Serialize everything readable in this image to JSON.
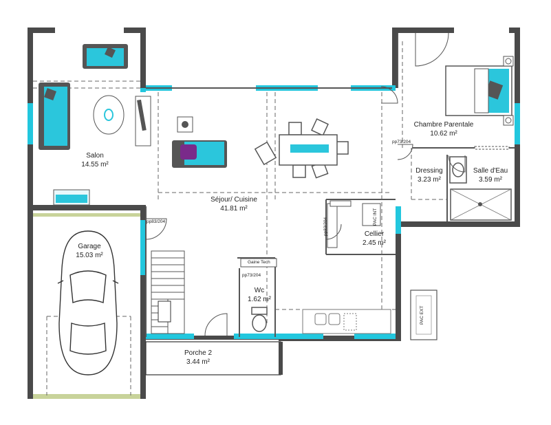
{
  "colors": {
    "wall": "#4a4a4a",
    "window": "#22c7de",
    "garage_floor": "#c8d39a",
    "furniture_accent": "#2bc6dc",
    "purple": "#7a2a8a"
  },
  "rooms": {
    "salon": {
      "name": "Salon",
      "area": "14.55 m²"
    },
    "sejour": {
      "name": "Séjour/ Cuisine",
      "area": "41.81 m²"
    },
    "chambre": {
      "name": "Chambre Parentale",
      "area": "10.62 m²"
    },
    "dressing": {
      "name": "Dressing",
      "area": "3.23 m²"
    },
    "salle_eau": {
      "name": "Salle d'Eau",
      "area": "3.59 m²"
    },
    "cellier": {
      "name": "Cellier",
      "area": "2.45 m²"
    },
    "garage": {
      "name": "Garage",
      "area": "15.03 m²"
    },
    "wc": {
      "name": "Wc",
      "area": "1.62 m²"
    },
    "porche": {
      "name": "Porche 2",
      "area": "3.44 m²"
    }
  },
  "doors": {
    "d1": "pp83/204",
    "d2": "pp73/204",
    "d3": "pp83/204",
    "d4": "pp73/204"
  },
  "equipment": {
    "gaine": "Gaine Tech",
    "pac_int": "PAC INT",
    "pac_ext": "PAC EXT"
  }
}
